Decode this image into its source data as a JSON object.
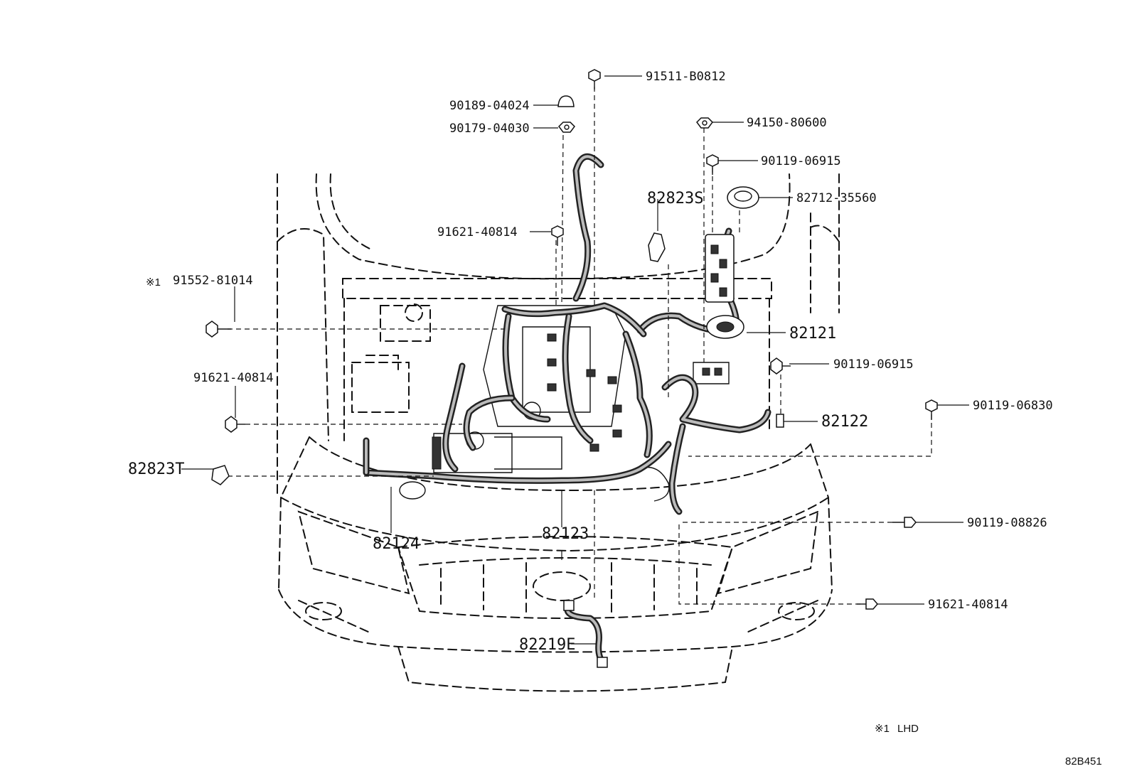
{
  "diagram_code": "82B451",
  "footnote": {
    "mark": "※1",
    "text": "LHD"
  },
  "callouts": {
    "p_91511_B0812": "91511-B0812",
    "p_90189_04024": "90189-04024",
    "p_90179_04030": "90179-04030",
    "p_94150_80600": "94150-80600",
    "p_90119_06915_top": "90119-06915",
    "p_82823S": "82823S",
    "p_82712_35560": "82712-35560",
    "p_91621_40814_top": "91621-40814",
    "p_91552_81014": "91552-81014",
    "p_91552_mark": "※1",
    "p_82121": "82121",
    "p_90119_06915_mid": "90119-06915",
    "p_91621_40814_left": "91621-40814",
    "p_90119_06830": "90119-06830",
    "p_82122": "82122",
    "p_82823T": "82823T",
    "p_90119_08826": "90119-08826",
    "p_82124": "82124",
    "p_82123": "82123",
    "p_91621_40814_bottom": "91621-40814",
    "p_82219E": "82219E"
  }
}
